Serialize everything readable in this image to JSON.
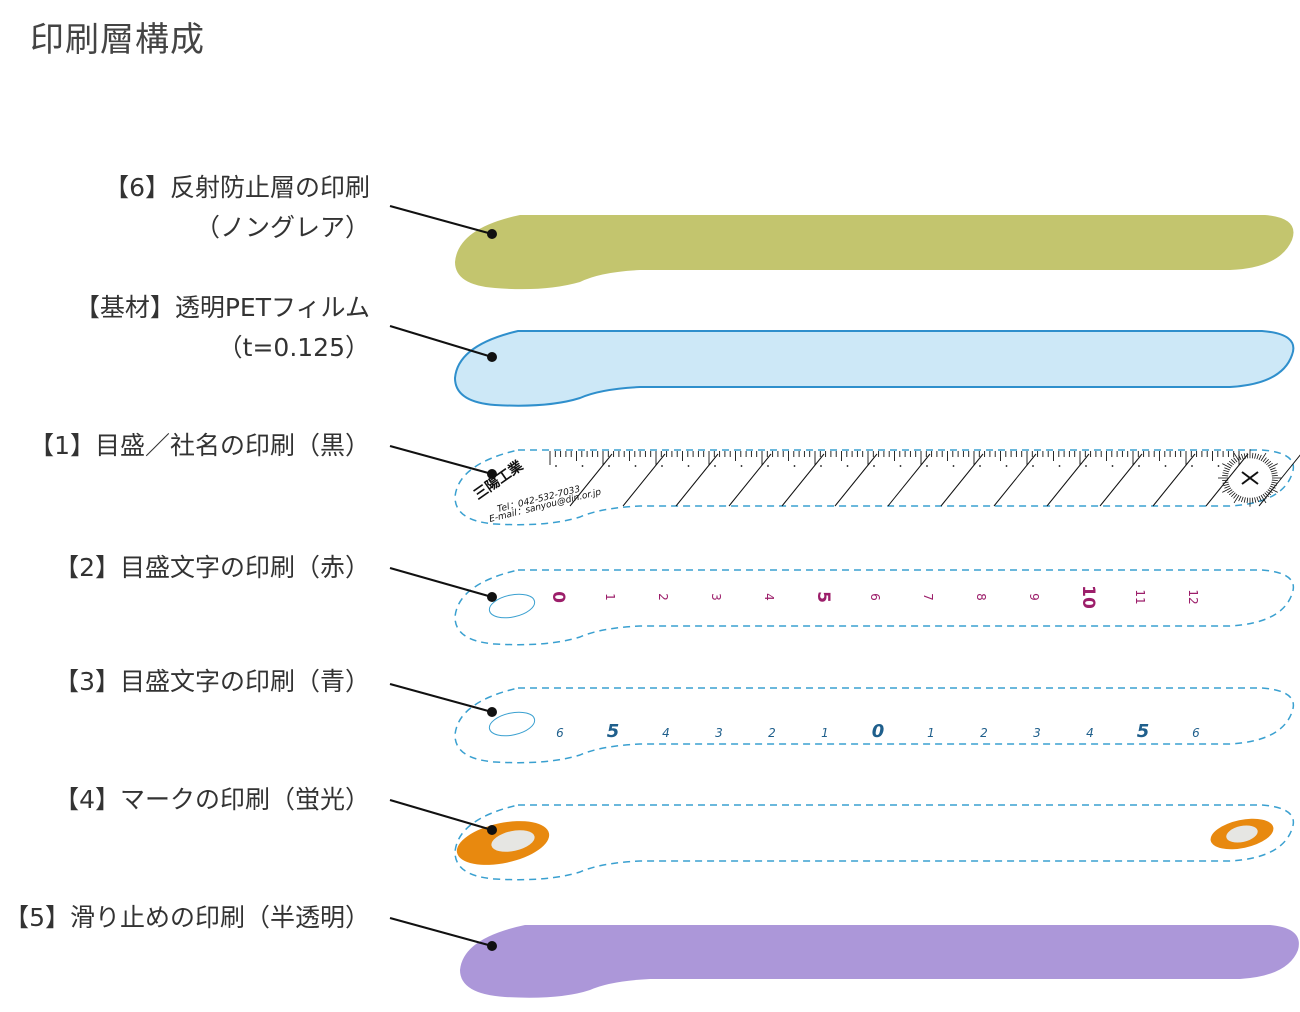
{
  "title": "印刷層構成",
  "layers": [
    {
      "id": "layer6",
      "line1": "【6】反射防止層の印刷",
      "line2": "（ノングレア）",
      "fill": "#c3c56e"
    },
    {
      "id": "base",
      "line1": "【基材】透明PETフィルム",
      "line2": "（t=0.125）",
      "fill": "#cde8f7",
      "stroke": "#2f8fcc"
    },
    {
      "id": "layer1",
      "line1": "【1】目盛／社名の印刷（黒）",
      "line2": ""
    },
    {
      "id": "layer2",
      "line1": "【2】目盛文字の印刷（赤）",
      "line2": ""
    },
    {
      "id": "layer3",
      "line1": "【3】目盛文字の印刷（青）",
      "line2": ""
    },
    {
      "id": "layer4",
      "line1": "【4】マークの印刷（蛍光）",
      "line2": "",
      "fill": "#e8890f"
    },
    {
      "id": "layer5",
      "line1": "【5】滑り止めの印刷（半透明）",
      "line2": "",
      "fill": "#ac97d9"
    }
  ],
  "ruler_text": {
    "tel": "Tel：042-532-7033",
    "email": "E-mail：sanyou@din.or.jp"
  },
  "red_numbers": [
    "0",
    "1",
    "2",
    "3",
    "4",
    "5",
    "6",
    "7",
    "8",
    "9",
    "10",
    "11",
    "12"
  ],
  "blue_numbers": [
    "6",
    "5",
    "4",
    "3",
    "2",
    "1",
    "0",
    "1",
    "2",
    "3",
    "4",
    "5",
    "6"
  ],
  "colors": {
    "red_scale": "#9c1e6a",
    "blue_scale": "#1f5f8c",
    "dashed_outline": "#3aa0d0",
    "leader": "#111111"
  }
}
